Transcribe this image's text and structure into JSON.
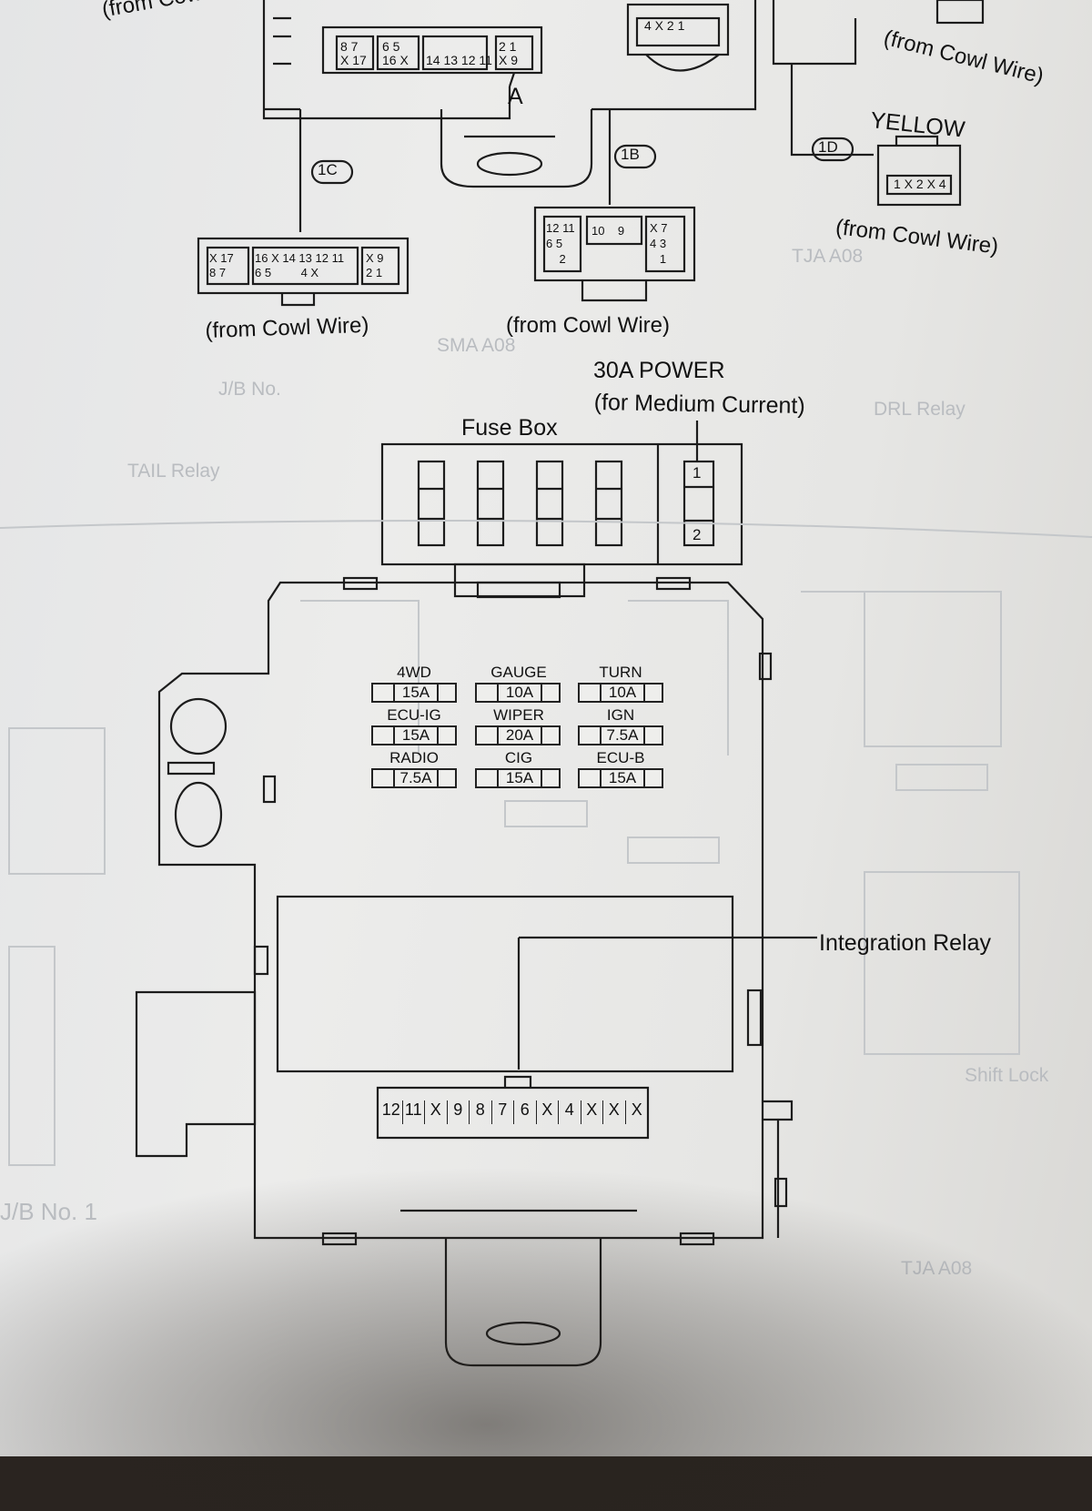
{
  "connectors": {
    "c1c": {
      "tag": "1C",
      "source": "(from Cowl Wire)"
    },
    "c1b": {
      "tag": "1B",
      "source": "(from Cowl Wire)"
    },
    "c1d": {
      "tag": "1D",
      "color": "YELLOW",
      "source": "(from Cowl Wire)"
    },
    "top_left_source": "(from Cowl Wire)",
    "top_right_source": "(from Cowl Wire)",
    "top_a_label": "A"
  },
  "fuse_box": {
    "title": "Fuse Box",
    "power_title": "30A POWER",
    "power_sub": "(for Medium Current)",
    "terminals": [
      "1",
      "2"
    ]
  },
  "fuses": [
    {
      "name": "4WD",
      "amps": "15A"
    },
    {
      "name": "GAUGE",
      "amps": "10A"
    },
    {
      "name": "TURN",
      "amps": "10A"
    },
    {
      "name": "ECU-IG",
      "amps": "15A"
    },
    {
      "name": "WIPER",
      "amps": "20A"
    },
    {
      "name": "IGN",
      "amps": "7.5A"
    },
    {
      "name": "RADIO",
      "amps": "7.5A"
    },
    {
      "name": "CIG",
      "amps": "15A"
    },
    {
      "name": "ECU-B",
      "amps": "15A"
    }
  ],
  "integration_relay": {
    "label": "Integration Relay",
    "pins": [
      "12",
      "11",
      "X",
      "9",
      "8",
      "7",
      "6",
      "X",
      "4",
      "X",
      "X",
      "X"
    ]
  },
  "colors": {
    "ink": "#1a1a1a",
    "paper": "#e8e8e6",
    "bleed": "#b9bcc0"
  }
}
